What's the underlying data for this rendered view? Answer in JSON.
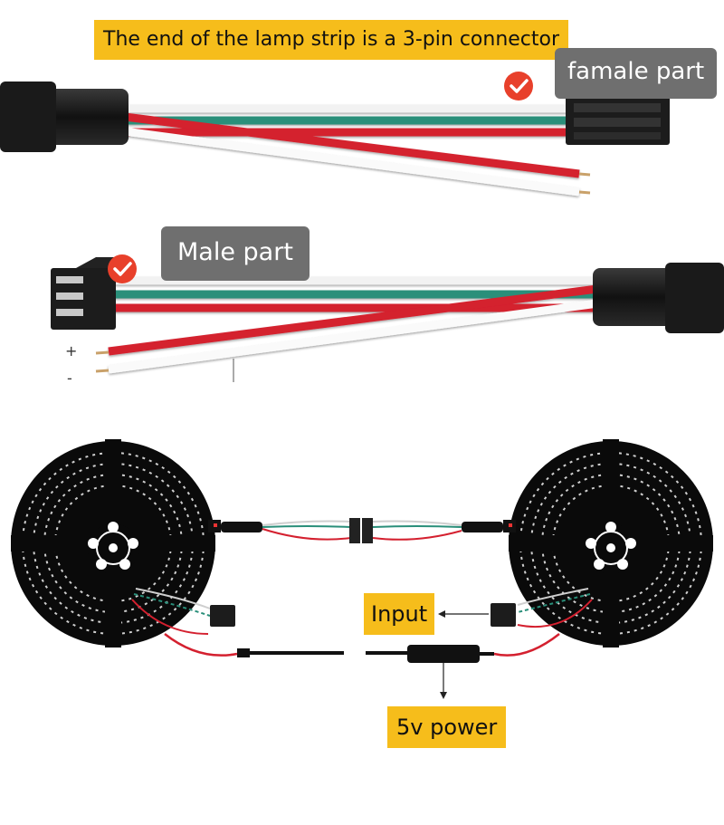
{
  "title": "The end of the lamp strip is a 3-pin connector",
  "callouts": {
    "female": "famale part",
    "male": "Male part"
  },
  "pins": {
    "plus": "+",
    "minus": "-"
  },
  "labels": {
    "input": "Input",
    "power": "5v power"
  },
  "colors": {
    "banner": "#f6bd1b",
    "callout": "#6f6f6f",
    "wire_red": "#d4202f",
    "wire_green": "#2a8f7a",
    "wire_white": "#ffffff",
    "check": "#e8402b"
  },
  "icons": [
    "check-icon",
    "arrow-icon"
  ]
}
